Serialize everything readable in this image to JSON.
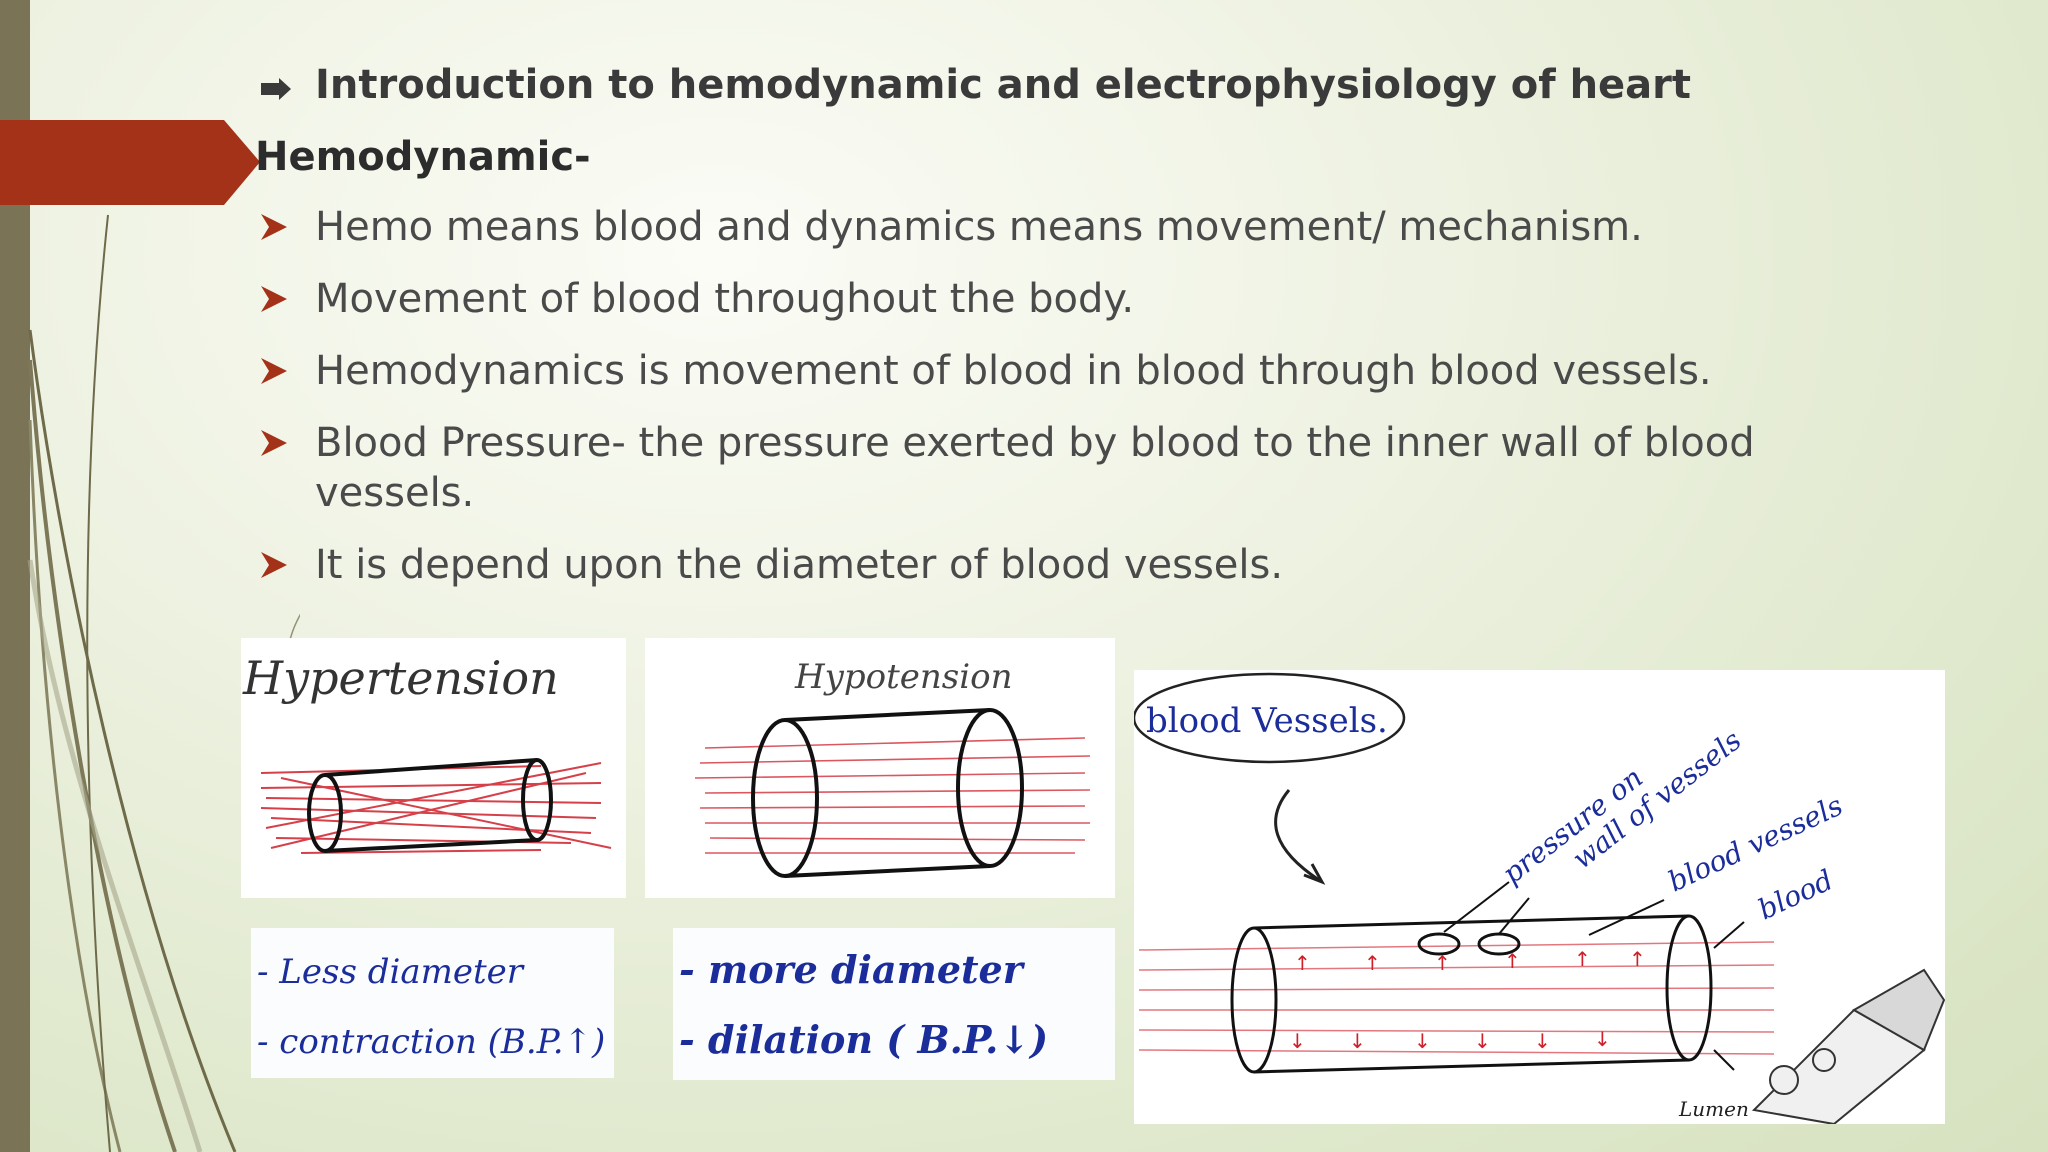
{
  "slide": {
    "heading": "Introduction to hemodynamic and electrophysiology of heart",
    "subheading": "Hemodynamic-",
    "bullets": [
      "Hemo means blood and dynamics means movement/ mechanism.",
      "Movement of blood throughout the body.",
      "Hemodynamics is movement of blood in blood through blood vessels.",
      "Blood Pressure- the pressure exerted by blood to the inner wall of blood vessels.",
      "It is depend upon the diameter of blood vessels."
    ]
  },
  "figures": {
    "hypertension": {
      "title": "Hypertension",
      "notes": [
        "- Less diameter",
        "- contraction (B.P.↑)"
      ]
    },
    "hypotension": {
      "title": "Hypotension",
      "notes": [
        "- more diameter",
        "- dilation ( B.P.↓)"
      ]
    },
    "vessel": {
      "bubble": "blood Vessels.",
      "labels": [
        "pressure on",
        "wall of vessels",
        "blood vessels",
        "blood",
        "Lumen"
      ]
    }
  },
  "colors": {
    "accent_red": "#a33218",
    "left_bar": "#7a7356",
    "sketch_red": "#cf1f2a",
    "ink_blue": "#1b2d9a"
  },
  "icons": {
    "heading_bullet": "arrow-right-icon",
    "list_bullet": "chevron-arrowhead-icon"
  }
}
